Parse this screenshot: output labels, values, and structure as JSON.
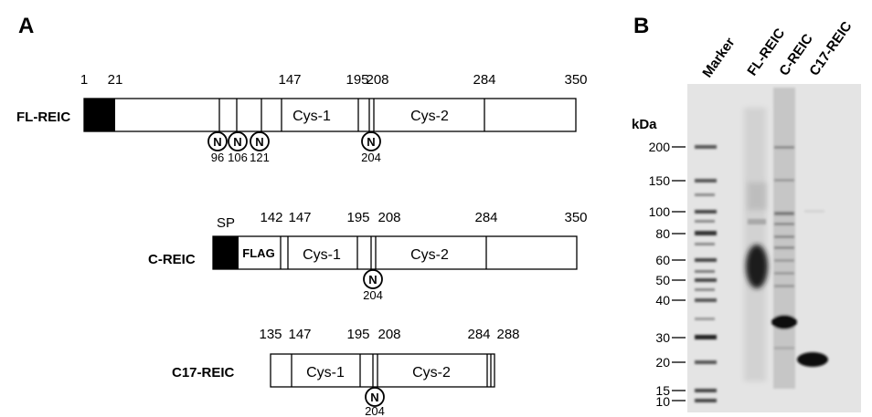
{
  "panel_a": {
    "label": "A",
    "constructs": [
      {
        "name": "FL-REIC",
        "positions": [
          "1",
          "21",
          "147",
          "195",
          "208",
          "284",
          "350"
        ],
        "domains": [
          "Cys-1",
          "Cys-2"
        ],
        "glyco_symbol": "N",
        "glyco_sites": [
          "96",
          "106",
          "121",
          "204"
        ]
      },
      {
        "name": "C-REIC",
        "sp_label": "SP",
        "tag_label": "FLAG",
        "positions": [
          "142",
          "147",
          "195",
          "208",
          "284",
          "350"
        ],
        "domains": [
          "Cys-1",
          "Cys-2"
        ],
        "glyco_symbol": "N",
        "glyco_sites": [
          "204"
        ]
      },
      {
        "name": "C17-REIC",
        "positions": [
          "135",
          "147",
          "195",
          "208",
          "284",
          "288"
        ],
        "domains": [
          "Cys-1",
          "Cys-2"
        ],
        "glyco_symbol": "N",
        "glyco_sites": [
          "204"
        ]
      }
    ]
  },
  "panel_b": {
    "label": "B",
    "unit": "kDa",
    "lanes": [
      "Marker",
      "FL-REIC",
      "C-REIC",
      "C17-REIC"
    ],
    "markers": [
      "200",
      "150",
      "100",
      "80",
      "60",
      "50",
      "40",
      "30",
      "20",
      "15",
      "10"
    ]
  }
}
